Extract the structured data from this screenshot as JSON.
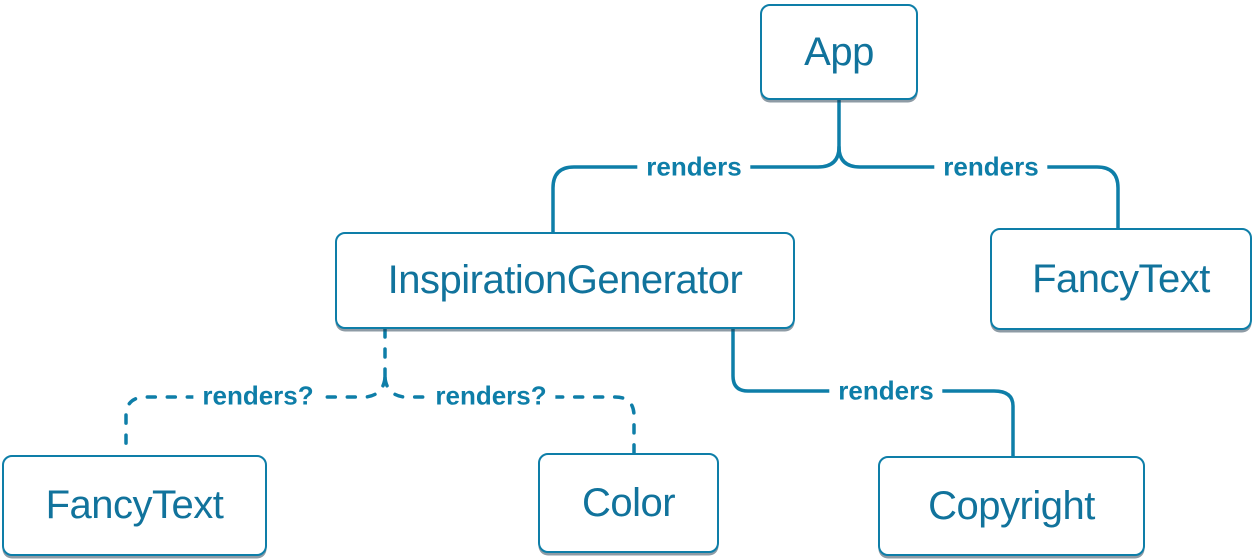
{
  "diagram": {
    "type": "component-render-tree",
    "colors": {
      "accent_stroke": "#0e7ea8",
      "node_text": "#11739c",
      "node_background": "#ffffff",
      "node_shadow": "rgba(30,55,75,0.5)"
    },
    "nodes": [
      {
        "id": "app",
        "label": "App"
      },
      {
        "id": "inspiration-generator",
        "label": "InspirationGenerator"
      },
      {
        "id": "fancy-text-top",
        "label": "FancyText"
      },
      {
        "id": "fancy-text-bottom",
        "label": "FancyText"
      },
      {
        "id": "color",
        "label": "Color"
      },
      {
        "id": "copyright",
        "label": "Copyright"
      }
    ],
    "edges": [
      {
        "from": "App",
        "to": "InspirationGenerator",
        "label": "renders",
        "style": "solid"
      },
      {
        "from": "App",
        "to": "FancyText",
        "label": "renders",
        "style": "solid"
      },
      {
        "from": "InspirationGenerator",
        "to": "FancyText",
        "label": "renders?",
        "style": "dashed"
      },
      {
        "from": "InspirationGenerator",
        "to": "Color",
        "label": "renders?",
        "style": "dashed"
      },
      {
        "from": "InspirationGenerator",
        "to": "Copyright",
        "label": "renders",
        "style": "solid"
      }
    ]
  }
}
